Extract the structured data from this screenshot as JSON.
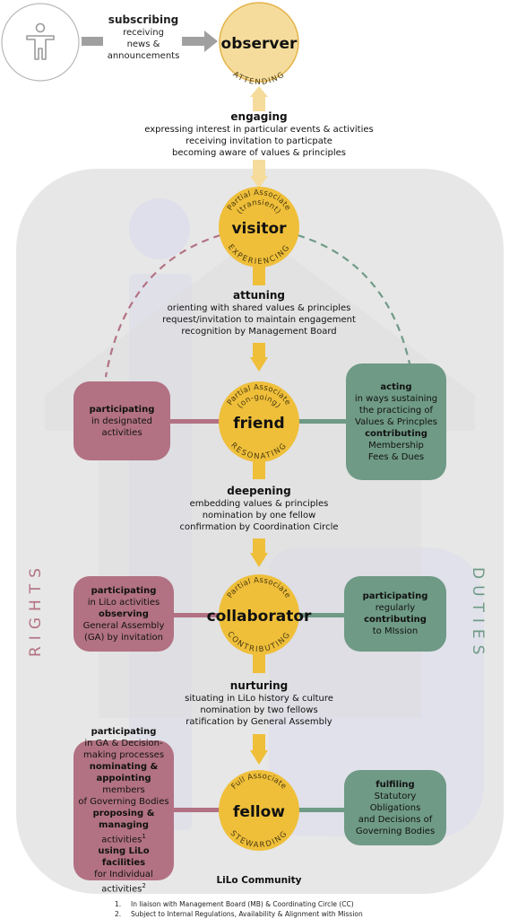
{
  "colors": {
    "node_fill": "#efbf3a",
    "node_observer_fill": "#f5dc9c",
    "rights": "#b27283",
    "duties": "#6f9a86",
    "arrow": "#efbf3a",
    "grey_arrow": "#a0a0a0",
    "background_shape": "#e7e7e7",
    "logo_shape": "#dedfea"
  },
  "icon": "person-icon",
  "top": {
    "subscribing_head": "subscribing",
    "subscribing_lines": [
      "receiving",
      "news &",
      "announcements"
    ]
  },
  "nodes": {
    "observer": {
      "title": "observer",
      "bottom": "ATTENDING"
    },
    "visitor": {
      "title": "visitor",
      "top": "Partial Associate",
      "top2": "(transient)",
      "bottom": "EXPERIENCING"
    },
    "friend": {
      "title": "friend",
      "top": "Partial Associate",
      "top2": "(on-going)",
      "bottom": "RESONATING"
    },
    "collaborator": {
      "title": "collaborator",
      "top": "Partial Associate",
      "bottom": "CONTRIBUTING"
    },
    "fellow": {
      "title": "fellow",
      "top": "Full Associate",
      "bottom": "STEWARDING"
    }
  },
  "stages": {
    "engaging": {
      "head": "engaging",
      "lines": [
        "expressing interest in particular events & activities",
        "receiving invitation to particpate",
        "becoming aware of values & principles"
      ]
    },
    "attuning": {
      "head": "attuning",
      "lines": [
        "orienting with shared values & principles",
        "request/invitation to maintain engagement",
        "recognition by Management Board"
      ]
    },
    "deepening": {
      "head": "deepening",
      "lines": [
        "embedding values &  principles",
        "nomination by one fellow",
        "confirmation by Coordination Circle"
      ]
    },
    "nurturing": {
      "head": "nurturing",
      "lines": [
        "situating in LiLo history & culture",
        "nomination by two fellows",
        "ratification by General Assembly"
      ]
    }
  },
  "rights_boxes": {
    "friend": {
      "b1": "participating",
      "t1": "in designated",
      "t2": "activities"
    },
    "collaborator": {
      "b1": "participating",
      "t1": "in LiLo activities",
      "b2": "observing",
      "t2": "General Assembly",
      "t3": "(GA) by invitation"
    },
    "fellow": {
      "b1": "participating",
      "t1": "in GA & Decision-",
      "t2": "making processes",
      "b2": "nominating &",
      "b3": "appointing",
      "t3": " members",
      "t4": "of Governing Bodies",
      "b4": "proposing &",
      "b5": "managing",
      "t5": " activities",
      "sup1": "1",
      "b6": "using LiLo facilities",
      "t6": "for Individual",
      "t7": "activities",
      "sup2": "2"
    }
  },
  "duties_boxes": {
    "friend": {
      "b1": "acting",
      "t1": "in ways sustaining",
      "t2": "the practicing of",
      "t3": "Values & Princples",
      "b2": "contributing",
      "t4": "Membership",
      "t5": "Fees & Dues"
    },
    "collaborator": {
      "b1": "participating",
      "t1": "regularly",
      "b2": "contributing",
      "t2": "to MIssion"
    },
    "fellow": {
      "b1": "fulfiling",
      "t1": "Statutory Obligations",
      "t2": "and Decisions of",
      "t3": "Governing Bodies"
    }
  },
  "side_labels": {
    "rights": "RIGHTS",
    "duties": "DUTIES"
  },
  "community_label": "LiLo Community",
  "footnotes": [
    {
      "num": "1.",
      "text": "In liaison with Management Board (MB) & Coordinating Circle (CC)"
    },
    {
      "num": "2.",
      "text": "Subject to Internal Regulations, Availability & Alignment with Mission"
    }
  ]
}
